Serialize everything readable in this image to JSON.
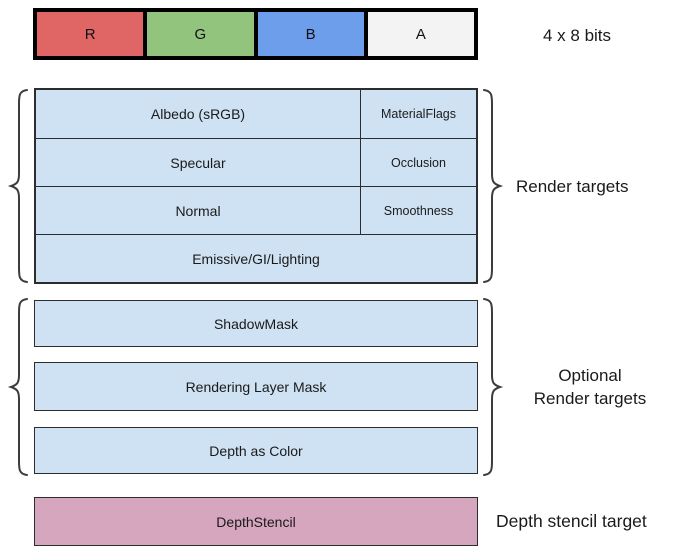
{
  "format_bar": {
    "cells": [
      {
        "label": "R",
        "color": "#e06666"
      },
      {
        "label": "G",
        "color": "#93c47d"
      },
      {
        "label": "B",
        "color": "#6d9eeb"
      },
      {
        "label": "A",
        "color": "#f3f3f3"
      }
    ],
    "bits_label": "4 x 8 bits"
  },
  "render_targets": {
    "group_label": "Render targets",
    "rows": [
      {
        "main": "Albedo (sRGB)",
        "aux": "MaterialFlags"
      },
      {
        "main": "Specular",
        "aux": "Occlusion"
      },
      {
        "main": "Normal",
        "aux": "Smoothness"
      },
      {
        "main": "Emissive/GI/Lighting"
      }
    ]
  },
  "optional_targets": {
    "group_label_line1": "Optional",
    "group_label_line2": "Render targets",
    "rows": [
      {
        "label": "ShadowMask"
      },
      {
        "label": "Rendering Layer Mask"
      },
      {
        "label": "Depth as Color"
      }
    ]
  },
  "depth_stencil": {
    "box_label": "DepthStencil",
    "group_label": "Depth stencil target"
  },
  "colors": {
    "render_target_fill": "#cfe2f3",
    "depth_stencil_fill": "#d5a6bd",
    "channel_red": "#e06666",
    "channel_green": "#93c47d",
    "channel_blue": "#6d9eeb",
    "channel_alpha": "#f3f3f3"
  }
}
